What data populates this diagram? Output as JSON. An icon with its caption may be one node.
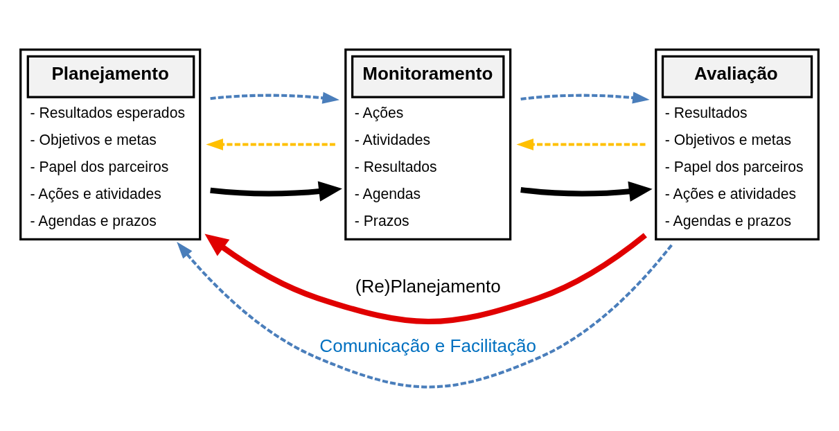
{
  "diagram": {
    "nodes": [
      {
        "text": [
          "Planejamento",
          "- Resultados esperados",
          "- Objetivos e metas",
          "- Papel dos parceiros",
          "- Ações e atividades",
          "- Agendas e prazos"
        ]
      },
      {
        "text": [
          "Monitoramento",
          "- Ações",
          "- Atividades",
          "- Resultados",
          "- Agendas",
          "- Prazos"
        ]
      },
      {
        "text": [
          "Avaliação",
          "- Resultados",
          "- Objetivos e metas",
          "- Papel dos parceiros",
          "- Ações e atividades",
          "- Agendas e prazos"
        ]
      }
    ],
    "edges": [
      {
        "from": 0,
        "to": 1,
        "arrow": "to",
        "style": "thick",
        "color": "#000000"
      },
      {
        "from": 1,
        "to": 2,
        "arrow": "to",
        "style": "thick",
        "color": "#000000"
      },
      {
        "from": 1,
        "to": 0,
        "arrow": "to",
        "style": "dashed",
        "color": "#ffc000"
      },
      {
        "from": 2,
        "to": 1,
        "arrow": "to",
        "style": "dashed",
        "color": "#ffc000"
      },
      {
        "from": 2,
        "to": 0,
        "arrow": "to",
        "style": "thick",
        "color": "#e00000",
        "label": "(Re)Planejamento"
      },
      {
        "from": 0,
        "to": 1,
        "arrow": "to",
        "style": "dashed",
        "color": "#4a7ebb"
      },
      {
        "from": 1,
        "to": 2,
        "arrow": "to",
        "style": "dashed",
        "color": "#4a7ebb"
      },
      {
        "from": 2,
        "to": 0,
        "arrow": "to",
        "style": "dashed",
        "color": "#4a7ebb",
        "label": "Comunicação e Facilitação"
      }
    ]
  }
}
